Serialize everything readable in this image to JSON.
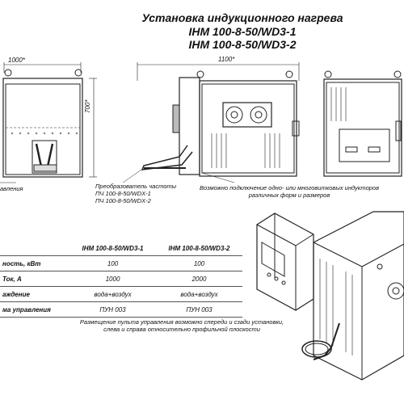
{
  "title": {
    "line1": "Установка индукционного нагрева",
    "line2": "ІНМ 100-8-50/WD3-1",
    "line3": "ІНМ 100-8-50/WD3-2"
  },
  "dimensions": {
    "width_front": "1000*",
    "height_front": "700*",
    "width_side": "1100*"
  },
  "notes": {
    "left_cut": "авления",
    "converters": [
      "Преобразователь частоты",
      "ПЧ 100-8-50/WDX-1",
      "ПЧ 100-8-50/WDX-2"
    ],
    "inductors": [
      "Возможно подключение одно- или многовитковых индукторов",
      "различных форм и размеров"
    ],
    "placement": [
      "Размещение пульта управления возможно спереди и сзади установки,",
      "слева и справа относительно профильной плоскости"
    ]
  },
  "table": {
    "headers": [
      "",
      "ІНМ 100-8-50/WD3-1",
      "ІНМ 100-8-50/WD3-2"
    ],
    "rows": [
      {
        "param": "ность, кВт",
        "v1": "100",
        "v2": "100"
      },
      {
        "param": "Ток, А",
        "v1": "1000",
        "v2": "2000"
      },
      {
        "param": "аждение",
        "v1": "вода+воздух",
        "v2": "вода+воздух"
      },
      {
        "param": "ма управления",
        "v1": "ПУН 003",
        "v2": "ПУН 003"
      }
    ]
  }
}
